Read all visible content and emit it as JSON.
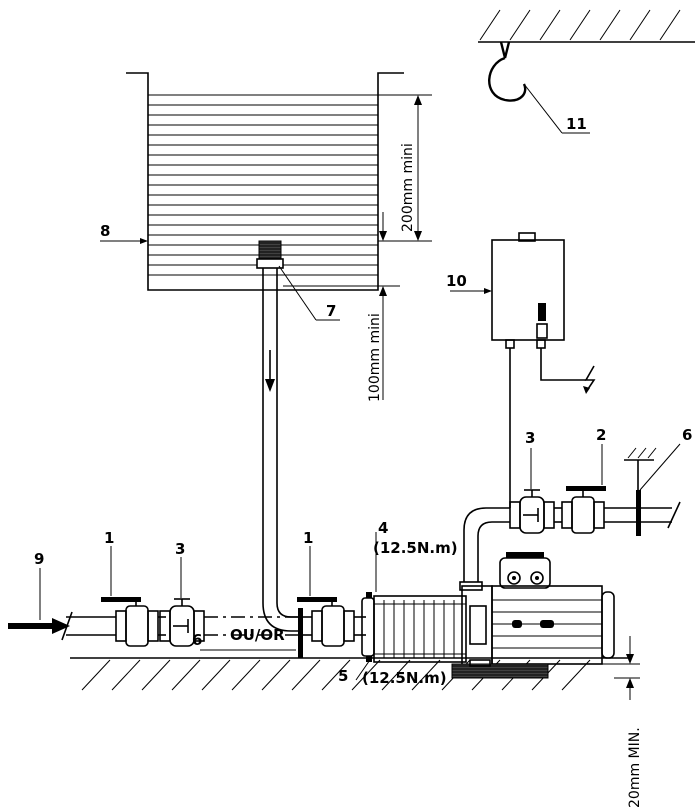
{
  "labels": {
    "n1_left": "1",
    "n1_mid": "1",
    "n2": "2",
    "n3_left": "3",
    "n3_right": "3",
    "n4": "4",
    "n5": "5",
    "n6_left": "6",
    "n6_right": "6",
    "n7": "7",
    "n8": "8",
    "n9": "9",
    "n10": "10",
    "n11": "11"
  },
  "torque": {
    "top": "(12.5N.m)",
    "bottom": "(12.5N.m)"
  },
  "dimensions": {
    "tank_top": "200mm  mini",
    "tank_bottom": "100mm  mini",
    "floor_gap": "20mm  MIN."
  },
  "notes": {
    "or": "OU/OR"
  }
}
